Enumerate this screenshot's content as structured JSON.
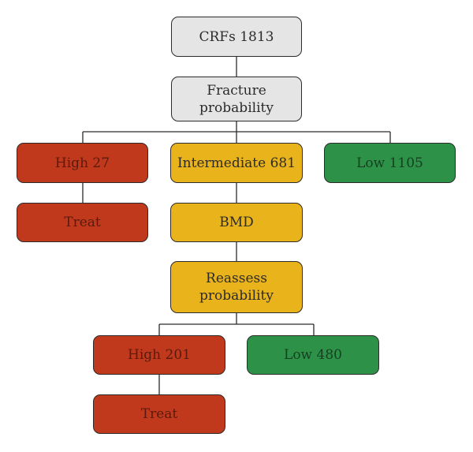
{
  "flowchart": {
    "root": "CRFs 1813",
    "fracture_probability": "Fracture\nprobability",
    "high_1": "High 27",
    "intermediate": "Intermediate 681",
    "low_1": "Low 1105",
    "treat_1": "Treat",
    "bmd": "BMD",
    "reassess_probability": "Reassess\nprobability",
    "high_2": "High 201",
    "low_2": "Low 480",
    "treat_2": "Treat"
  },
  "colors": {
    "neutral": "#e5e5e5",
    "high_risk": "#c1391c",
    "intermediate_risk": "#e9b31b",
    "low_risk": "#2e9148",
    "line": "#2b2b2b"
  }
}
